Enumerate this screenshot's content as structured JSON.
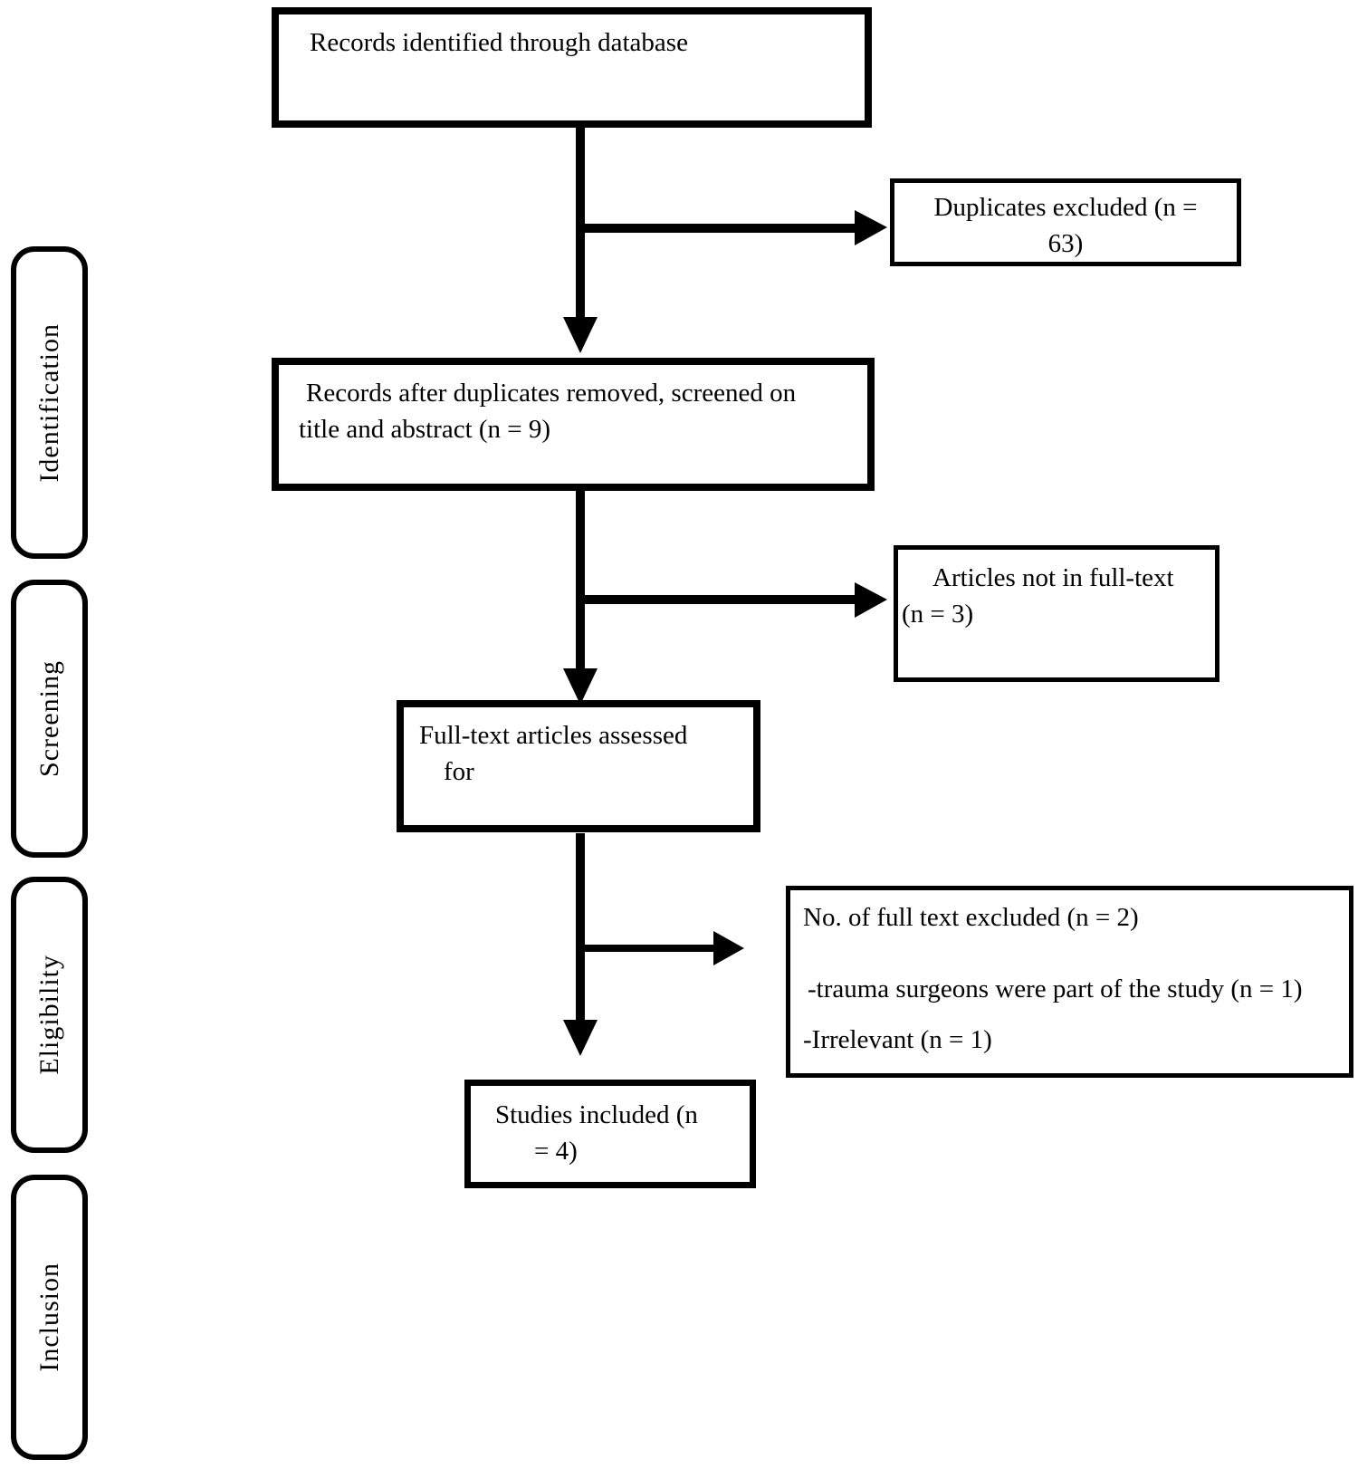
{
  "diagram": {
    "type": "prisma-flow",
    "stages": [
      {
        "label": "Identification"
      },
      {
        "label": "Screening"
      },
      {
        "label": "Eligibility"
      },
      {
        "label": "Inclusion"
      }
    ],
    "boxes": {
      "records_identified": {
        "text": "Records identified through database",
        "lines": [
          "Records identified through database"
        ]
      },
      "duplicates_excluded": {
        "text": "Duplicates excluded (n = 63)",
        "lines": [
          "Duplicates excluded (n =",
          "63)"
        ]
      },
      "records_screened": {
        "text": "Records after duplicates removed, screened on title and abstract (n = 9)",
        "lines": [
          "Records after duplicates removed, screened on",
          "title and abstract (n = 9)"
        ]
      },
      "articles_not_fulltext": {
        "text": "Articles not in full-text (n = 3)",
        "lines": [
          "Articles not in full-text",
          "(n = 3)"
        ]
      },
      "fulltext_assessed": {
        "text": "Full-text articles assessed for",
        "lines": [
          "Full-text articles assessed",
          "for"
        ]
      },
      "fulltext_excluded": {
        "title": "No. of full text excluded (n = 2)",
        "reasons": [
          "-trauma surgeons were part of the study (n = 1)",
          "-Irrelevant (n = 1)"
        ]
      },
      "studies_included": {
        "text": "Studies included (n = 4)",
        "lines": [
          "Studies included (n",
          "= 4)"
        ]
      }
    },
    "counts": {
      "duplicates_excluded": 63,
      "screened": 9,
      "not_fulltext": 3,
      "fulltext_excluded": 2,
      "trauma_surgeons_part_of_study": 1,
      "irrelevant": 1,
      "included": 4
    },
    "colors": {
      "line": "#000000",
      "background": "#ffffff"
    }
  }
}
